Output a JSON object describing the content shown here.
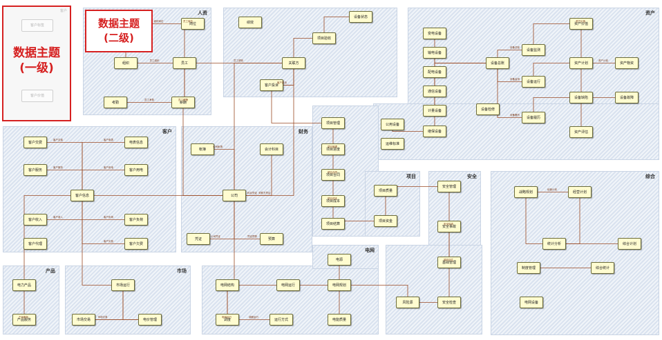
{
  "legend": {
    "level1": [
      "数据主题",
      "(一级)"
    ],
    "level2": [
      "数据主题",
      "(二级)"
    ],
    "level1_sample_top": "客户标签",
    "level1_sample_bottom": "客户价值",
    "level1_tag": "客户"
  },
  "regions": [
    {
      "id": "renli",
      "title": "人资"
    },
    {
      "id": "caiwu",
      "title": "财务"
    },
    {
      "id": "kehu",
      "title": "客户"
    },
    {
      "id": "zichan",
      "title": "资产"
    },
    {
      "id": "xiangmu",
      "title": "项目"
    },
    {
      "id": "anquan",
      "title": "安全"
    },
    {
      "id": "zonghe",
      "title": "综合"
    },
    {
      "id": "chanpin",
      "title": "产品"
    },
    {
      "id": "shichang",
      "title": "市场"
    },
    {
      "id": "dianwang",
      "title": "电网"
    }
  ],
  "nodes": [
    {
      "id": "gangwei",
      "label": "岗位"
    },
    {
      "id": "zuzhi",
      "label": "组织"
    },
    {
      "id": "yuangong",
      "label": "员工"
    },
    {
      "id": "kaoqin",
      "label": "考勤"
    },
    {
      "id": "xinchou",
      "label": "薪酬"
    },
    {
      "id": "jixiao",
      "label": "绩效"
    },
    {
      "id": "gongsi",
      "label": "公司"
    },
    {
      "id": "zhangbu",
      "label": "帐簿"
    },
    {
      "id": "kuaijikemu",
      "label": "会计科目"
    },
    {
      "id": "pingzheng",
      "label": "凭证"
    },
    {
      "id": "yusuan",
      "label": "预算"
    },
    {
      "id": "guanlianfang",
      "label": "关联方"
    },
    {
      "id": "kehuxinxi",
      "label": "客户信息"
    },
    {
      "id": "dianbiao",
      "label": "电表信息"
    },
    {
      "id": "kehujiaofei",
      "label": "客户交费"
    },
    {
      "id": "kehufuwu",
      "label": "客户服务"
    },
    {
      "id": "kehuyongdian",
      "label": "客户用电"
    },
    {
      "id": "kehufuhe",
      "label": "客户负荷"
    },
    {
      "id": "kehuqianfei",
      "label": "客户欠费"
    },
    {
      "id": "kehushouru",
      "label": "客户收入"
    },
    {
      "id": "kehudaili",
      "label": "客户代理"
    },
    {
      "id": "kehutousu",
      "label": "客户投诉"
    },
    {
      "id": "biandian",
      "label": "变电设备"
    },
    {
      "id": "shudian",
      "label": "输电设备"
    },
    {
      "id": "peidian",
      "label": "配电设备"
    },
    {
      "id": "tongxin",
      "label": "通信设备"
    },
    {
      "id": "jikong",
      "label": "计量设备"
    },
    {
      "id": "jidian",
      "label": "继保设备"
    },
    {
      "id": "gongshebei",
      "label": "公用设备"
    },
    {
      "id": "shebeizongzhang",
      "label": "设备总账"
    },
    {
      "id": "shebeijiance",
      "label": "设备监测"
    },
    {
      "id": "shebeiyunxing",
      "label": "设备运行"
    },
    {
      "id": "shebeijianxiu",
      "label": "设备检修"
    },
    {
      "id": "shebeilvli",
      "label": "设备履历"
    },
    {
      "id": "yunweibiaozhun",
      "label": "运维标准"
    },
    {
      "id": "zichanjiazhi",
      "label": "资产价值"
    },
    {
      "id": "zichanjihua",
      "label": "资产计划"
    },
    {
      "id": "zichanwuzi",
      "label": "资产物资"
    },
    {
      "id": "shebeiquexian",
      "label": "设备缺陷"
    },
    {
      "id": "shebeiguzhang",
      "label": "设备故障"
    },
    {
      "id": "zichanpinggu",
      "label": "资产评估"
    },
    {
      "id": "shebeizhuangtai",
      "label": "设备状态"
    },
    {
      "id": "xiangmuguanli",
      "label": "项目管理"
    },
    {
      "id": "xiangmujindu",
      "label": "项目进度"
    },
    {
      "id": "xiangmuhetong",
      "label": "项目合同"
    },
    {
      "id": "xiangmuchengben",
      "label": "项目成本"
    },
    {
      "id": "xiangmujiesuan",
      "label": "项目结算"
    },
    {
      "id": "xiangmuzhiliang",
      "label": "项目质量"
    },
    {
      "id": "xiangmuzijin",
      "label": "项目资金"
    },
    {
      "id": "xiangmuyanshou",
      "label": "项目验收"
    },
    {
      "id": "anquanguanli",
      "label": "安全管理"
    },
    {
      "id": "anquanshigu",
      "label": "安全事故"
    },
    {
      "id": "fengxianyuan",
      "label": "风险源"
    },
    {
      "id": "anquanjiancha",
      "label": "安全检查"
    },
    {
      "id": "jichuguanli",
      "label": "基础管理"
    },
    {
      "id": "zhanlve",
      "label": "战略规划"
    },
    {
      "id": "tongjifenxi",
      "label": "统计分析"
    },
    {
      "id": "jingyingjihua",
      "label": "经营计划"
    },
    {
      "id": "zonghejihua",
      "label": "综合计划"
    },
    {
      "id": "zhiduguanli",
      "label": "制度管理"
    },
    {
      "id": "zonghetongji",
      "label": "综合统计"
    },
    {
      "id": "dianligongcheng",
      "label": "电力产品"
    },
    {
      "id": "chanpinfuwu",
      "label": "产品服务"
    },
    {
      "id": "shichangyunying",
      "label": "市场运行"
    },
    {
      "id": "shichangjiaoyi",
      "label": "市场交易"
    },
    {
      "id": "shichangjiage",
      "label": "电价管理"
    },
    {
      "id": "dianwangjiegou",
      "label": "电网结构"
    },
    {
      "id": "dianwangyunxing",
      "label": "电网运行"
    },
    {
      "id": "dianwangguihua",
      "label": "电网规划"
    },
    {
      "id": "tiaodu",
      "label": "调度"
    },
    {
      "id": "yunxingfangshi",
      "label": "运行方式"
    },
    {
      "id": "dianneng",
      "label": "电能质量"
    },
    {
      "id": "dianyuan",
      "label": "电源"
    },
    {
      "id": "dianwangzhuangtai",
      "label": "电网设备"
    }
  ],
  "links": [
    {
      "label": "员工岗位"
    },
    {
      "label": "员工组织"
    },
    {
      "label": "员工考勤"
    },
    {
      "label": "员工薪酬"
    },
    {
      "label": "员工绩效"
    },
    {
      "label": "组织岗位"
    },
    {
      "label": "公司帐簿"
    },
    {
      "label": "公司凭证"
    },
    {
      "label": "科目凭证"
    },
    {
      "label": "凭证预算"
    },
    {
      "label": "关联方凭证"
    },
    {
      "label": "客户电表"
    },
    {
      "label": "客户交费"
    },
    {
      "label": "客户服务"
    },
    {
      "label": "客户用电"
    },
    {
      "label": "客户负荷"
    },
    {
      "label": "客户欠费"
    },
    {
      "label": "客户收入"
    },
    {
      "label": "客户投诉"
    },
    {
      "label": "设备总账"
    },
    {
      "label": "设备监测"
    },
    {
      "label": "设备履历"
    },
    {
      "label": "资产价值"
    },
    {
      "label": "资产计划"
    },
    {
      "label": "项目管理"
    },
    {
      "label": "项目合同"
    },
    {
      "label": "项目成本"
    },
    {
      "label": "安全检查"
    },
    {
      "label": "风险评估"
    },
    {
      "label": "经营计划"
    },
    {
      "label": "市场交易"
    },
    {
      "label": "电网运行"
    },
    {
      "label": "调度运行"
    },
    {
      "label": "产品服务"
    }
  ]
}
